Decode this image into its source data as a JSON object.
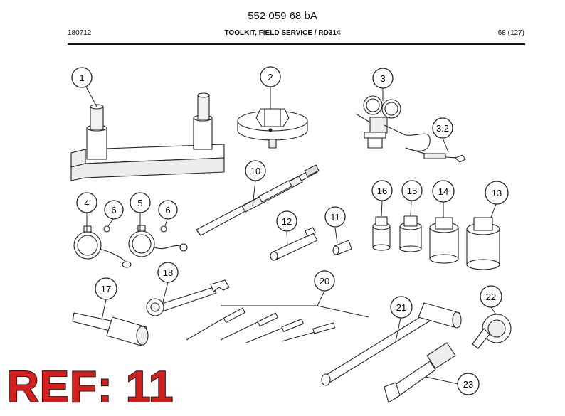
{
  "header": {
    "doc_number": "552 059 68 bA",
    "date": "180712",
    "title": "TOOLKIT, FIELD SERVICE / RD314",
    "page": "68 (127)"
  },
  "callouts": {
    "c1": "1",
    "c2": "2",
    "c3": "3",
    "c3_2": "3.2",
    "c4": "4",
    "c5": "5",
    "c6a": "6",
    "c6b": "6",
    "c10": "10",
    "c11": "11",
    "c12": "12",
    "c13": "13",
    "c14": "14",
    "c15": "15",
    "c16": "16",
    "c17": "17",
    "c18": "18",
    "c20": "20",
    "c21": "21",
    "c22": "22",
    "c23": "23"
  },
  "stamp": {
    "text": "REF: 11",
    "color": "#d41f1f"
  },
  "colors": {
    "line": "#222222",
    "fill": "#ffffff",
    "shade": "#e6e6e6"
  }
}
